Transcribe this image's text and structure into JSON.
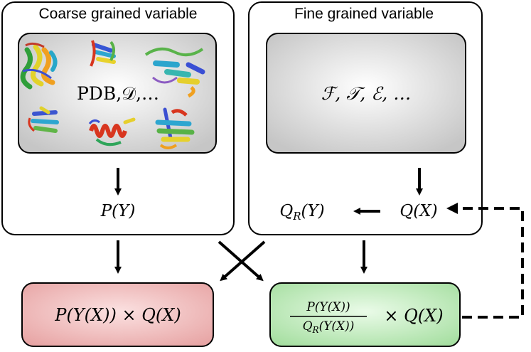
{
  "left_panel": {
    "title": "Coarse grained variable",
    "data_label": "PDB,𝒟,…",
    "distribution": "P(Y)",
    "protein_icons": [
      "protein-structure-icon",
      "protein-structure-icon",
      "protein-structure-icon",
      "protein-structure-icon",
      "protein-structure-icon",
      "protein-structure-icon"
    ]
  },
  "right_panel": {
    "title": "Fine grained variable",
    "data_label": "ℱ, 𝒯, ℰ, …",
    "distribution": "Q(X)",
    "marginal": "Q_R(Y)"
  },
  "outputs": {
    "left": "P(Y(X)) × Q(X)",
    "right_numerator": "P(Y(X))",
    "right_denominator": "Q_R(Y(X))",
    "right_suffix": "× Q(X)"
  },
  "colors": {
    "left_output_fill": "#e9a6a6",
    "right_output_fill": "#a9e2a4",
    "inner_box_fill": "#d7d7d7",
    "stroke": "#000000"
  }
}
